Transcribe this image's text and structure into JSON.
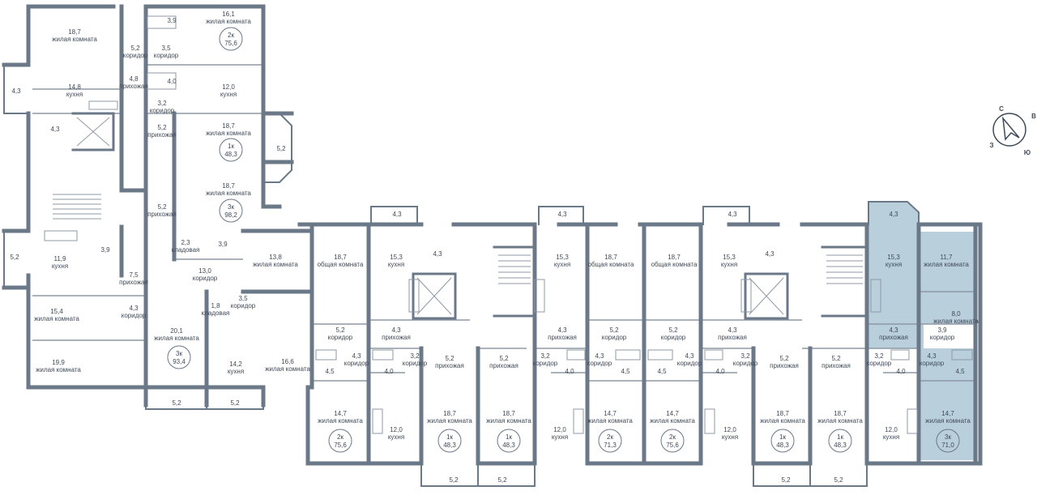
{
  "colors": {
    "wall": "#6b7888",
    "thin": "#8d98a5",
    "text": "#404a57",
    "highlight": "#b9cfdc",
    "circle": "#6b7888"
  },
  "compass": {
    "north": "С",
    "east": "В",
    "south": "Ю",
    "west": "З",
    "icon": "compass-arrow-icon"
  },
  "rooms": [
    {
      "area": "18,7",
      "name": "жилая комната"
    },
    {
      "area": "16,1",
      "name": "жилая комната"
    },
    {
      "area": "3,9",
      "name": ""
    },
    {
      "area": "5,2",
      "name": "коридор"
    },
    {
      "area": "3,5",
      "name": "коридор"
    },
    {
      "area": "4,3",
      "name": ""
    },
    {
      "area": "14,8",
      "name": "кухня"
    },
    {
      "area": "4,8",
      "name": "прихожая"
    },
    {
      "area": "4,0",
      "name": ""
    },
    {
      "area": "12,0",
      "name": "кухня"
    },
    {
      "area": "3,2",
      "name": "коридор"
    },
    {
      "area": "4,3",
      "name": ""
    },
    {
      "area": "5,2",
      "name": "прихожая"
    },
    {
      "area": "18,7",
      "name": "жилая комната"
    },
    {
      "area": "5,2",
      "name": ""
    },
    {
      "area": "18,7",
      "name": "жилая комната"
    },
    {
      "area": "5,2",
      "name": "прихожая"
    },
    {
      "area": "2,3",
      "name": "кладовая"
    },
    {
      "area": "3,9",
      "name": ""
    },
    {
      "area": "13,8",
      "name": "жилая комната"
    },
    {
      "area": "5,2",
      "name": ""
    },
    {
      "area": "11,9",
      "name": "кухня"
    },
    {
      "area": "3,9",
      "name": ""
    },
    {
      "area": "13,0",
      "name": "коридор"
    },
    {
      "area": "7,5",
      "name": "прихожая"
    },
    {
      "area": "1,8",
      "name": "кладовая"
    },
    {
      "area": "3,5",
      "name": "коридор"
    },
    {
      "area": "15,4",
      "name": "жилая комната"
    },
    {
      "area": "4,3",
      "name": "коридор"
    },
    {
      "area": "20,1",
      "name": "жилая комната"
    },
    {
      "area": "19,9",
      "name": "жилая комната"
    },
    {
      "area": "14,2",
      "name": "кухня"
    },
    {
      "area": "16,6",
      "name": "жилая комната"
    },
    {
      "area": "5,2",
      "name": ""
    },
    {
      "area": "5,2",
      "name": ""
    },
    {
      "area": "4,3",
      "name": ""
    },
    {
      "area": "4,3",
      "name": ""
    },
    {
      "area": "4,3",
      "name": ""
    },
    {
      "area": "4,3",
      "name": ""
    },
    {
      "area": "18,7",
      "name": "общая комната"
    },
    {
      "area": "15,3",
      "name": "кухня"
    },
    {
      "area": "4,3",
      "name": ""
    },
    {
      "area": "15,3",
      "name": "кухня"
    },
    {
      "area": "18,7",
      "name": "общая комната"
    },
    {
      "area": "18,7",
      "name": "общая комната"
    },
    {
      "area": "15,3",
      "name": "кухня"
    },
    {
      "area": "4,3",
      "name": ""
    },
    {
      "area": "15,3",
      "name": "кухня"
    },
    {
      "area": "11,7",
      "name": "жилая комната"
    },
    {
      "area": "8,0",
      "name": "жилая комната"
    },
    {
      "area": "5,2",
      "name": "коридор"
    },
    {
      "area": "4,3",
      "name": "прихожая"
    },
    {
      "area": "4,3",
      "name": "прихожая"
    },
    {
      "area": "5,2",
      "name": "коридор"
    },
    {
      "area": "5,2",
      "name": "коридор"
    },
    {
      "area": "4,3",
      "name": "прихожая"
    },
    {
      "area": "4,3",
      "name": "прихожая"
    },
    {
      "area": "3,9",
      "name": "коридор"
    },
    {
      "area": "4,3",
      "name": "коридор"
    },
    {
      "area": "3,2",
      "name": "коридор"
    },
    {
      "area": "5,2",
      "name": "прихожая"
    },
    {
      "area": "5,2",
      "name": "прихожая"
    },
    {
      "area": "3,2",
      "name": "коридор"
    },
    {
      "area": "4,3",
      "name": "коридор"
    },
    {
      "area": "4,3",
      "name": "коридор"
    },
    {
      "area": "3,2",
      "name": "коридор"
    },
    {
      "area": "5,2",
      "name": "прихожая"
    },
    {
      "area": "5,2",
      "name": "прихожая"
    },
    {
      "area": "3,2",
      "name": "коридор"
    },
    {
      "area": "4,3",
      "name": "коридор"
    },
    {
      "area": "4,5",
      "name": ""
    },
    {
      "area": "4,0",
      "name": ""
    },
    {
      "area": "4,0",
      "name": ""
    },
    {
      "area": "4,5",
      "name": ""
    },
    {
      "area": "4,5",
      "name": ""
    },
    {
      "area": "4,0",
      "name": ""
    },
    {
      "area": "4,0",
      "name": ""
    },
    {
      "area": "4,5",
      "name": ""
    },
    {
      "area": "14,7",
      "name": "жилая комната"
    },
    {
      "area": "12,0",
      "name": "кухня"
    },
    {
      "area": "18,7",
      "name": "жилая комната"
    },
    {
      "area": "18,7",
      "name": "жилая комната"
    },
    {
      "area": "12,0",
      "name": "кухня"
    },
    {
      "area": "14,7",
      "name": "жилая комната"
    },
    {
      "area": "14,7",
      "name": "жилая комната"
    },
    {
      "area": "12,0",
      "name": "кухня"
    },
    {
      "area": "18,7",
      "name": "жилая комната"
    },
    {
      "area": "18,7",
      "name": "жилая комната"
    },
    {
      "area": "12,0",
      "name": "кухня"
    },
    {
      "area": "14,7",
      "name": "жилая комната"
    },
    {
      "area": "5,2",
      "name": ""
    },
    {
      "area": "5,2",
      "name": ""
    },
    {
      "area": "5,2",
      "name": ""
    },
    {
      "area": "5,2",
      "name": ""
    }
  ],
  "apartments": [
    {
      "type": "2к",
      "area": "75,6"
    },
    {
      "type": "1к",
      "area": "48,3"
    },
    {
      "type": "3к",
      "area": "98,2"
    },
    {
      "type": "3к",
      "area": "93,4"
    },
    {
      "type": "2к",
      "area": "75,6"
    },
    {
      "type": "1к",
      "area": "48,3"
    },
    {
      "type": "1к",
      "area": "48,3"
    },
    {
      "type": "2к",
      "area": "71,3"
    },
    {
      "type": "2к",
      "area": "75,6"
    },
    {
      "type": "1к",
      "area": "48,3"
    },
    {
      "type": "1к",
      "area": "48,3"
    },
    {
      "type": "3к",
      "area": "71,0"
    }
  ]
}
